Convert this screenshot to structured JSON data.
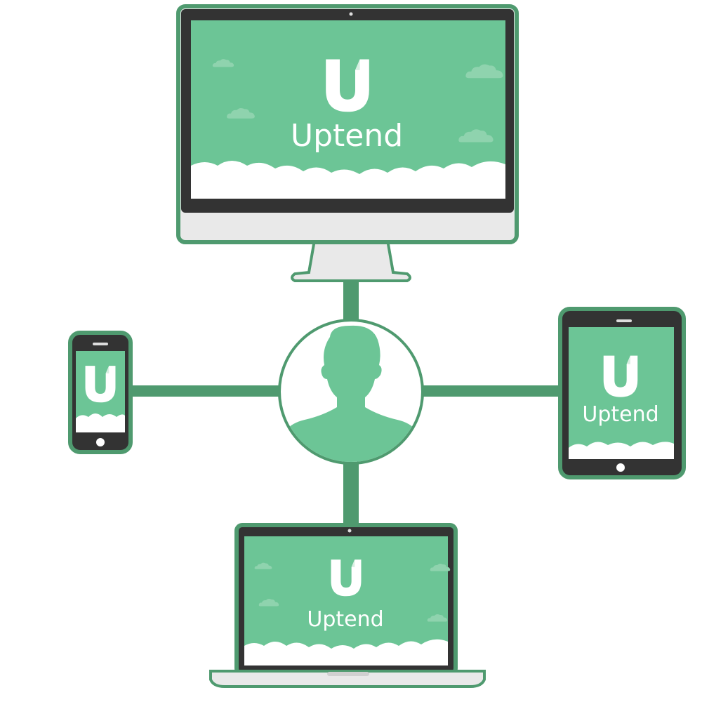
{
  "brand": {
    "name": "Uptend",
    "logo_icon": "uptend-u-logo-icon"
  },
  "hub": {
    "icon": "user-silhouette-icon"
  },
  "devices": {
    "desktop": {
      "screen_text": "Uptend"
    },
    "tablet": {
      "screen_text": "Uptend"
    },
    "laptop": {
      "screen_text": "Uptend"
    },
    "phone": {
      "screen_text": ""
    }
  },
  "colors": {
    "brand_green": "#6cc596",
    "frame_green": "#4f9a6f",
    "dark_frame": "#333333",
    "stand_gray": "#e9e9e9",
    "cloud_white": "#ffffff",
    "cloud_light": "#8fd3ae"
  }
}
